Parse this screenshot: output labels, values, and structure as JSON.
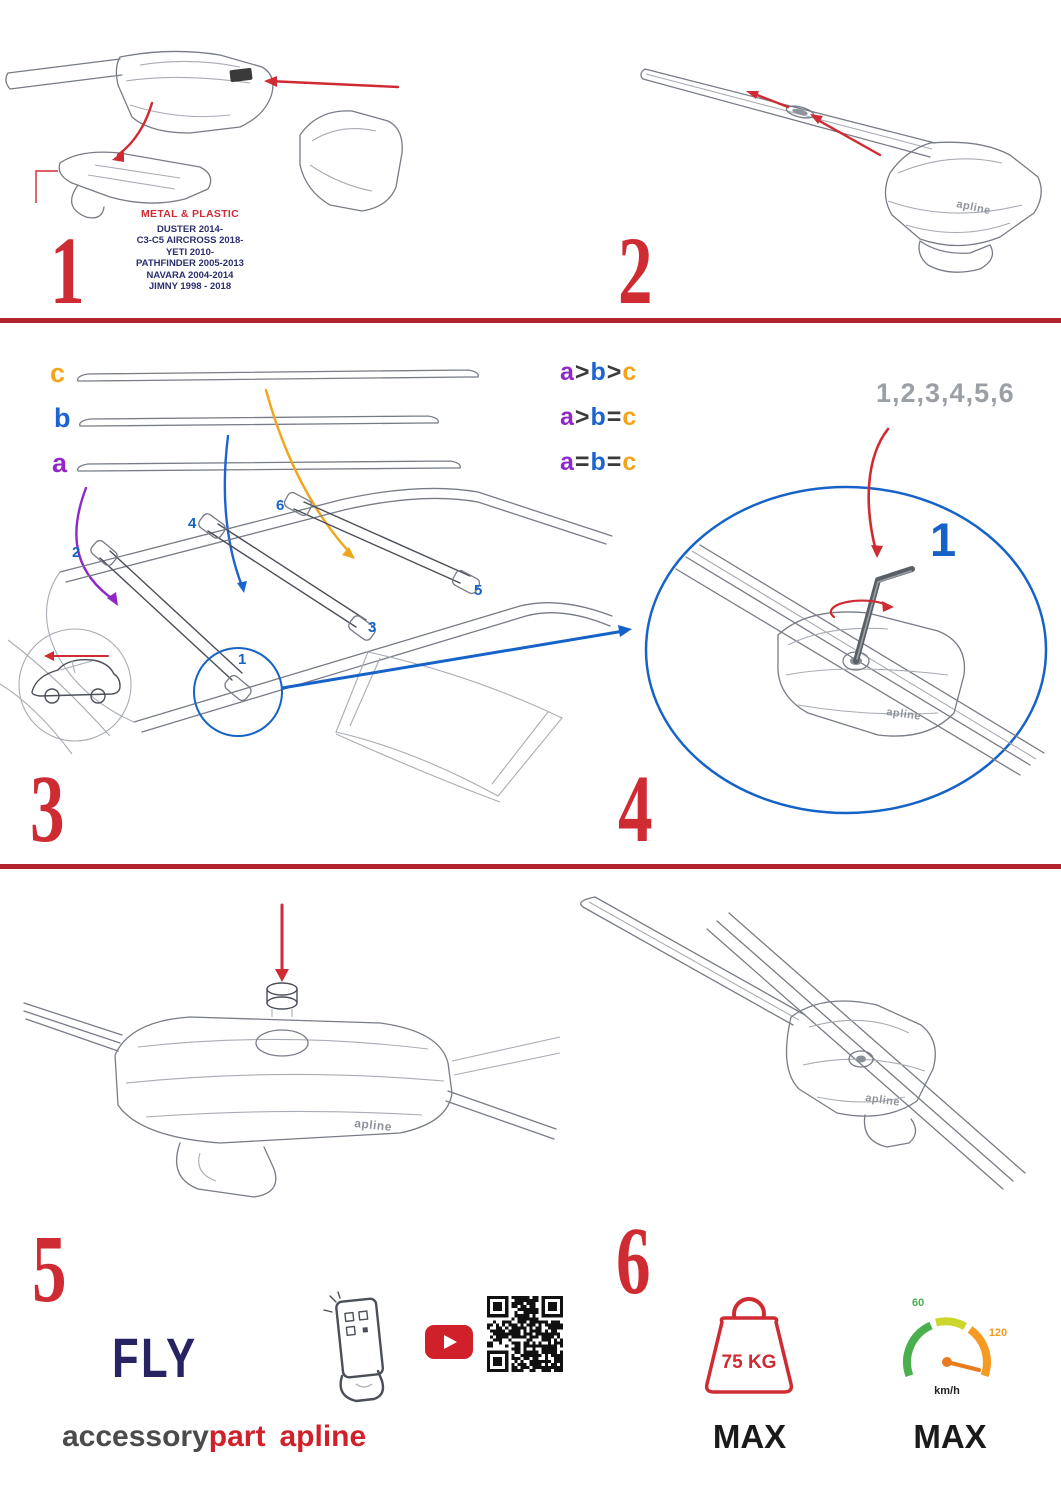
{
  "steps": [
    "1",
    "2",
    "3",
    "4",
    "5",
    "6"
  ],
  "panel1": {
    "material": "METAL & PLASTIC",
    "models": [
      "DUSTER 2014-",
      "C3-C5 AIRCROSS 2018-",
      "YETI 2010-",
      "PATHFINDER 2005-2013",
      "NAVARA 2004-2014",
      "JIMNY 1998 - 2018"
    ]
  },
  "bars": {
    "c": "c",
    "b": "b",
    "a": "a"
  },
  "legend": {
    "r1": [
      "a",
      ">",
      "b",
      ">",
      "c"
    ],
    "r2": [
      "a",
      ">",
      "b",
      "=",
      "c"
    ],
    "r3": [
      "a",
      "=",
      "b",
      "=",
      "c"
    ]
  },
  "roof": {
    "n1": "1",
    "n2": "2",
    "n3": "3",
    "n4": "4",
    "n5": "5",
    "n6": "6"
  },
  "detail": {
    "sequence": "1,2,3,4,5,6",
    "callout": "1"
  },
  "logo": {
    "apline": "apline"
  },
  "footer": {
    "fly": "FLY",
    "brand": {
      "accessory": "accessory",
      "part": "part",
      "apline": "apline"
    },
    "weight": {
      "value": "75 KG",
      "max": "MAX"
    },
    "speed": {
      "low": "60",
      "high": "120",
      "unit": "km/h",
      "max": "MAX"
    }
  },
  "colors": {
    "accent_red": "#cf2b33",
    "blue": "#1663c7",
    "purple": "#9127c9",
    "orange": "#f2a51a",
    "navy": "#2b2e6e",
    "sequence_gray": "#9aa0a6"
  }
}
